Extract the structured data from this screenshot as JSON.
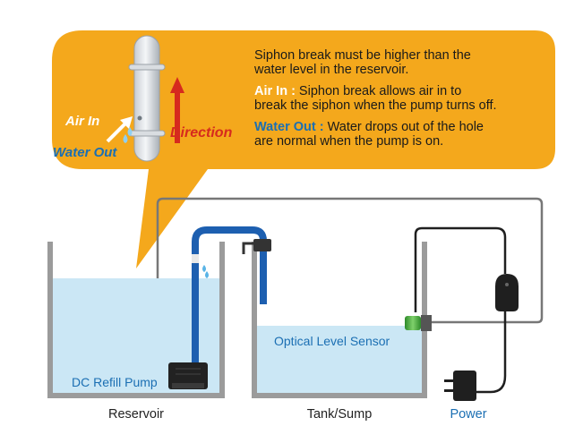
{
  "callout": {
    "intro": [
      "Siphon break must be higher than the",
      "water level in the reservoir."
    ],
    "air_in": {
      "term": "Air In :",
      "text": [
        "Siphon break allows air in to",
        "break the  siphon when the pump turns off."
      ]
    },
    "water_out": {
      "term": "Water Out :",
      "text": [
        "Water drops out of the hole",
        "are normal when the pump is on."
      ]
    },
    "label_air_in": "Air In",
    "label_water_out": "Water Out",
    "label_direction": "Direction"
  },
  "components": {
    "pump": "DC Refill Pump",
    "sensor": "Optical Level Sensor"
  },
  "containers": {
    "reservoir": "Reservoir",
    "tank": "Tank/Sump",
    "power": "Power"
  },
  "colors": {
    "callout": "#f4a81c",
    "water": "#cbe7f5",
    "pipe": "#1d5fb0",
    "label_blue": "#1b6fb3",
    "arrow_red": "#d62a1e",
    "container_wall": "#9b9b9b",
    "cable": "#444444",
    "sensor": "#3fa535"
  },
  "icons": [
    "siphon-break-valve-icon",
    "air-in-arrow-icon",
    "direction-arrow-icon",
    "water-drop-icon",
    "power-adapter-icon",
    "controller-icon",
    "tube-clip-icon"
  ]
}
